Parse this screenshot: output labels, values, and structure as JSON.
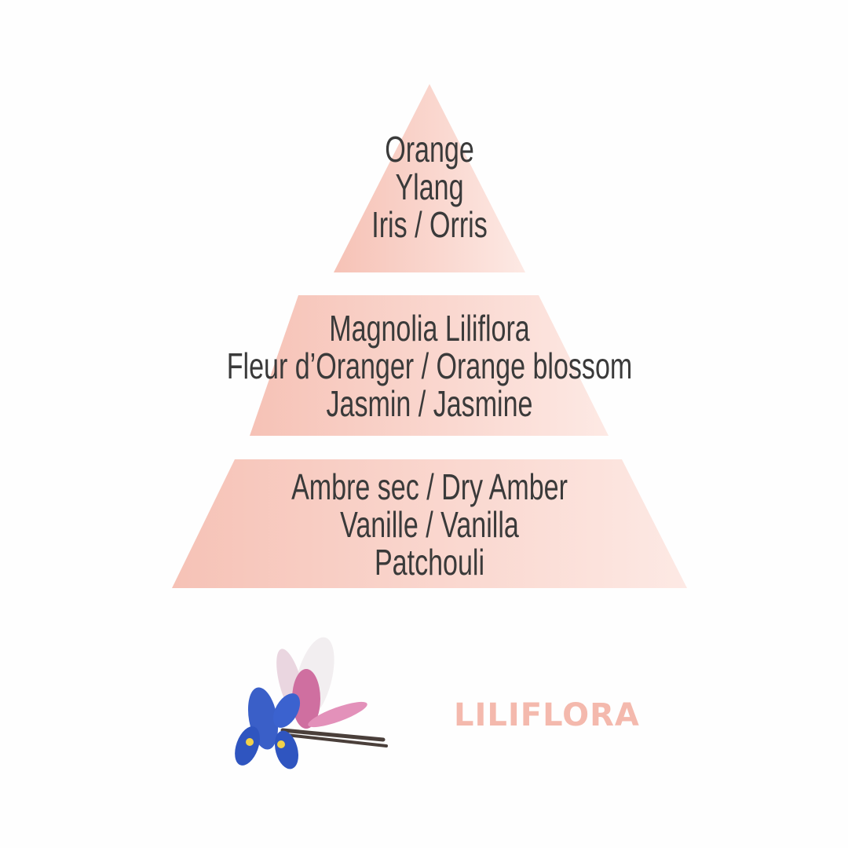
{
  "pyramid": {
    "top": {
      "notes": [
        "Orange",
        "Ylang",
        "Iris / Orris"
      ]
    },
    "heart": {
      "notes": [
        "Magnolia Liliflora",
        "Fleur d’Oranger / Orange blossom",
        "Jasmin / Jasmine"
      ]
    },
    "base": {
      "notes": [
        "Ambre sec / Dry Amber",
        "Vanille / Vanilla",
        "Patchouli"
      ]
    }
  },
  "product": {
    "name": "LILIFLORA"
  },
  "colors": {
    "tier_left": "#f6c2b6",
    "tier_right": "#fde9e4",
    "text": "#3a3a3a",
    "brand": "#f4b9ad"
  }
}
